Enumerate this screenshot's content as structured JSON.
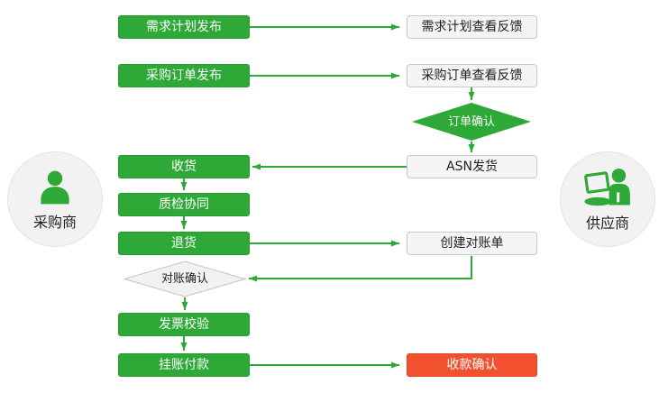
{
  "diagram": {
    "title": "procurement-supplier-collaboration-flow",
    "actors": {
      "buyer": {
        "label": "采购商",
        "icon": "person-icon"
      },
      "supplier": {
        "label": "供应商",
        "icon": "person-laptop-icon"
      }
    },
    "nodes": {
      "demand_publish": {
        "label": "需求计划发布",
        "type": "process",
        "color": "green"
      },
      "demand_feedback": {
        "label": "需求计划查看反馈",
        "type": "process",
        "color": "gray"
      },
      "po_publish": {
        "label": "采购订单发布",
        "type": "process",
        "color": "green"
      },
      "po_feedback": {
        "label": "采购订单查看反馈",
        "type": "process",
        "color": "gray"
      },
      "order_confirm": {
        "label": "订单确认",
        "type": "decision",
        "color": "green"
      },
      "asn": {
        "label": "ASN发货",
        "type": "process",
        "color": "gray"
      },
      "receive": {
        "label": "收货",
        "type": "process",
        "color": "green"
      },
      "quality": {
        "label": "质检协同",
        "type": "process",
        "color": "green"
      },
      "returns": {
        "label": "退货",
        "type": "process",
        "color": "green"
      },
      "statement": {
        "label": "创建对账单",
        "type": "process",
        "color": "gray"
      },
      "recon_confirm": {
        "label": "对账确认",
        "type": "decision",
        "color": "gray"
      },
      "invoice": {
        "label": "发票校验",
        "type": "process",
        "color": "green"
      },
      "payment": {
        "label": "挂账付款",
        "type": "process",
        "color": "green"
      },
      "receipt": {
        "label": "收款确认",
        "type": "process",
        "color": "red"
      }
    },
    "edges": [
      {
        "from": "demand_publish",
        "to": "demand_feedback"
      },
      {
        "from": "po_publish",
        "to": "po_feedback"
      },
      {
        "from": "po_feedback",
        "to": "order_confirm"
      },
      {
        "from": "order_confirm",
        "to": "asn"
      },
      {
        "from": "asn",
        "to": "receive"
      },
      {
        "from": "receive",
        "to": "quality"
      },
      {
        "from": "quality",
        "to": "returns"
      },
      {
        "from": "returns",
        "to": "statement"
      },
      {
        "from": "statement",
        "to": "recon_confirm"
      },
      {
        "from": "recon_confirm",
        "to": "invoice"
      },
      {
        "from": "invoice",
        "to": "payment"
      },
      {
        "from": "payment",
        "to": "receipt"
      }
    ],
    "colors": {
      "primary_green": "#2EA836",
      "alert_red": "#F2512F",
      "node_bg_gray": "#F5F5F5",
      "node_border_gray": "#C9C9C9",
      "circle_bg": "#F2F2F2",
      "text_dark": "#1F1F1F",
      "text_light": "#FFFFFF",
      "background": "#FFFFFF"
    }
  }
}
